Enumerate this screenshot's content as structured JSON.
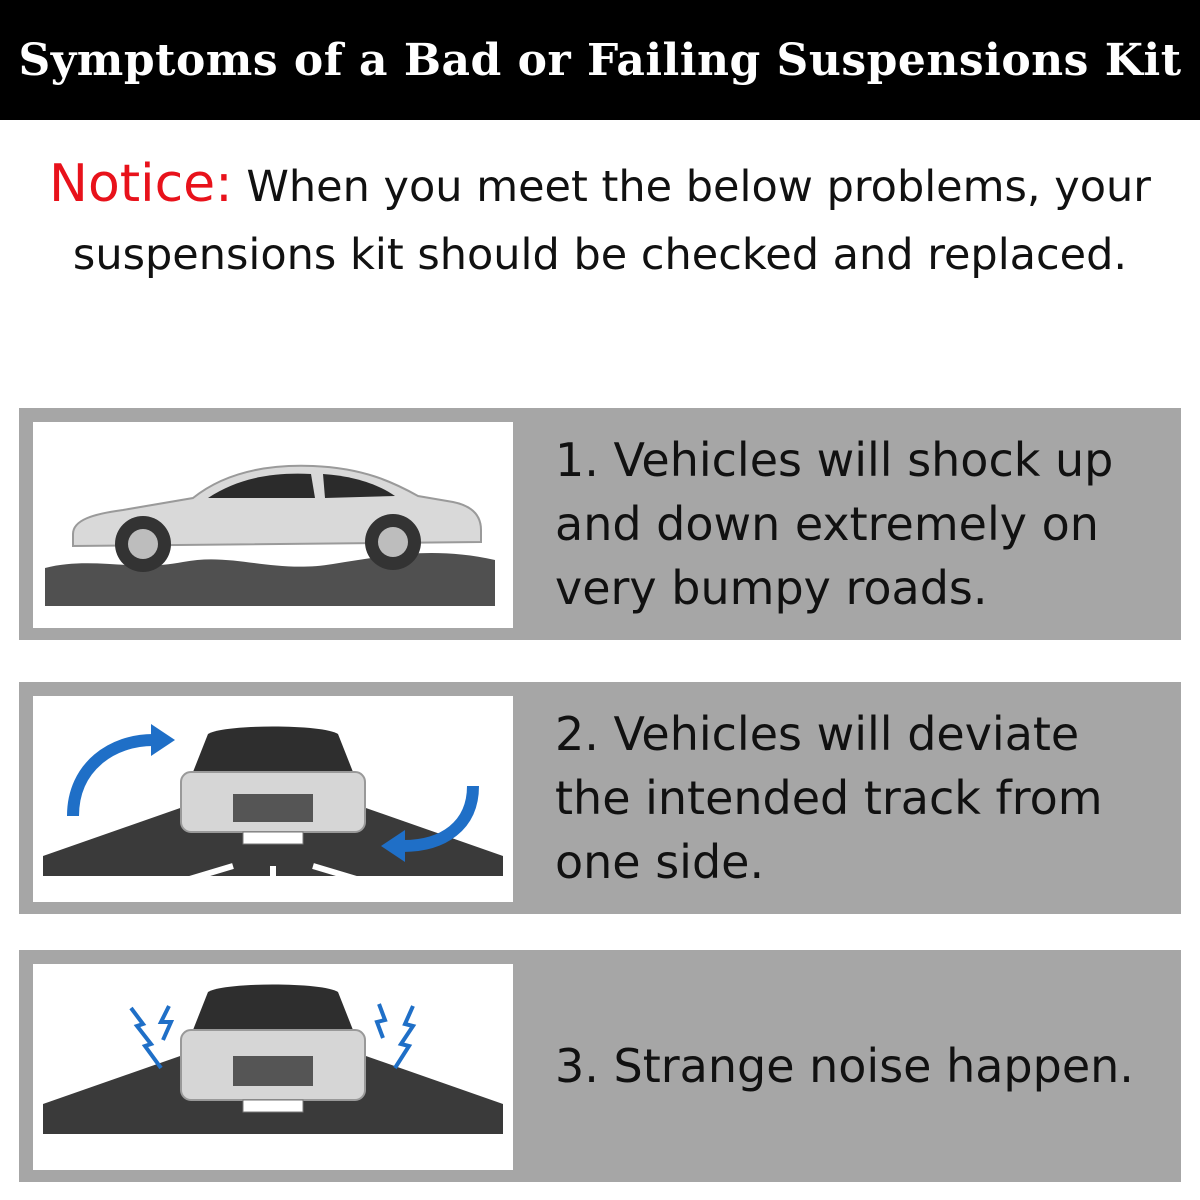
{
  "header": {
    "title": "Symptoms of a Bad or Failing Suspensions Kit"
  },
  "notice": {
    "label": "Notice:",
    "text": "When you meet the below problems, your suspensions kit should be checked and replaced."
  },
  "colors": {
    "header_bg": "#000000",
    "notice_label": "#e8121b",
    "panel_bg": "#a6a6a6",
    "arrow": "#1f6fc7"
  },
  "symptoms": [
    {
      "text": "1. Vehicles will shock up and down extremely on very bumpy roads.",
      "icon": "car-side-bumpy-road"
    },
    {
      "text": "2. Vehicles will deviate the intended track from one side.",
      "icon": "car-front-curved-arrows"
    },
    {
      "text": "3. Strange noise happen.",
      "icon": "car-front-noise-bolts"
    }
  ]
}
